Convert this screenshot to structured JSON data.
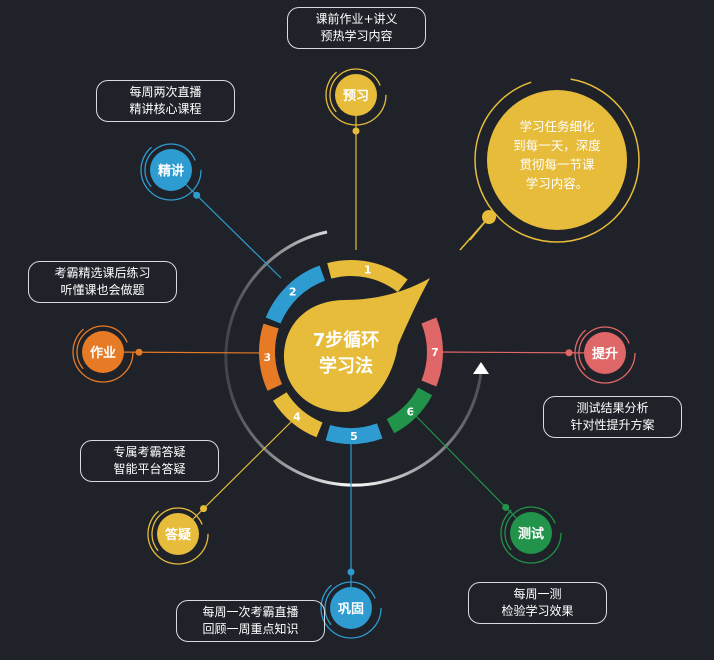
{
  "center": {
    "line1": "7步循环",
    "line2": "学习法"
  },
  "bubble": {
    "lines": [
      "学习任务细化",
      "到每一天，深度",
      "贯彻每一节课",
      "学习内容。"
    ]
  },
  "colors": {
    "bg": "#1f2229",
    "yellow": "#e6bc3a",
    "blue": "#2e9bd1",
    "orange": "#e77a25",
    "red": "#e06767",
    "green": "#21934a",
    "white": "#ffffff"
  },
  "steps": [
    {
      "num": "1",
      "node": "预习",
      "desc": [
        "课前作业+讲义",
        "预热学习内容"
      ],
      "color": "#e6bc3a"
    },
    {
      "num": "2",
      "node": "精讲",
      "desc": [
        "每周两次直播",
        "精讲核心课程"
      ],
      "color": "#2e9bd1"
    },
    {
      "num": "3",
      "node": "作业",
      "desc": [
        "考霸精选课后练习",
        "听懂课也会做题"
      ],
      "color": "#e77a25"
    },
    {
      "num": "4",
      "node": "答疑",
      "desc": [
        "专属考霸答疑",
        "智能平台答疑"
      ],
      "color": "#e6bc3a"
    },
    {
      "num": "5",
      "node": "巩固",
      "desc": [
        "每周一次考霸直播",
        "回顾一周重点知识"
      ],
      "color": "#2e9bd1"
    },
    {
      "num": "6",
      "node": "测试",
      "desc": [
        "每周一测",
        "检验学习效果"
      ],
      "color": "#21934a"
    },
    {
      "num": "7",
      "node": "提升",
      "desc": [
        "测试结果分析",
        "针对性提升方案"
      ],
      "color": "#e06767"
    }
  ]
}
